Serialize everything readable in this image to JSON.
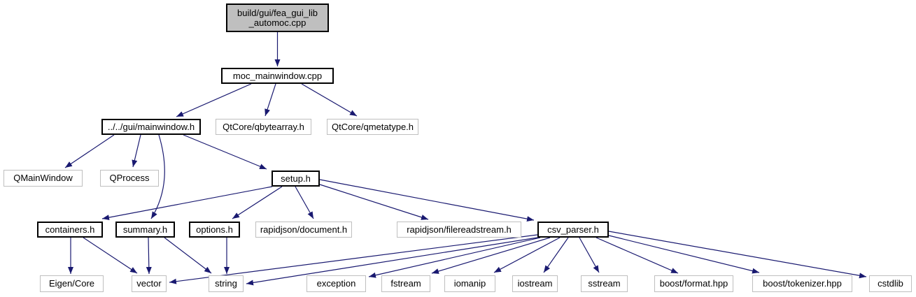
{
  "diagram": {
    "kind": "include-dependency-graph",
    "edge_color": "#191970",
    "documented_node_border_color": "#000000",
    "external_node_border_color": "#bfbfbf",
    "root_node_fill_color": "#bfbfbf",
    "nodes": {
      "automoc": {
        "label": "build/gui/fea_gui_lib\n_automoc.cpp"
      },
      "moc_mainwindow": {
        "label": "moc_mainwindow.cpp"
      },
      "mainwindow": {
        "label": "../../gui/mainwindow.h"
      },
      "qbytearray": {
        "label": "QtCore/qbytearray.h"
      },
      "qmetatype": {
        "label": "QtCore/qmetatype.h"
      },
      "qmainwindow": {
        "label": "QMainWindow"
      },
      "qprocess": {
        "label": "QProcess"
      },
      "setup": {
        "label": "setup.h"
      },
      "containers": {
        "label": "containers.h"
      },
      "summary": {
        "label": "summary.h"
      },
      "options": {
        "label": "options.h"
      },
      "rapidjson_document": {
        "label": "rapidjson/document.h"
      },
      "rapidjson_filereadstream": {
        "label": "rapidjson/filereadstream.h"
      },
      "csv_parser": {
        "label": "csv_parser.h"
      },
      "eigen_core": {
        "label": "Eigen/Core"
      },
      "vector": {
        "label": "vector"
      },
      "string": {
        "label": "string"
      },
      "exception": {
        "label": "exception"
      },
      "fstream": {
        "label": "fstream"
      },
      "iomanip": {
        "label": "iomanip"
      },
      "iostream": {
        "label": "iostream"
      },
      "sstream": {
        "label": "sstream"
      },
      "boost_format": {
        "label": "boost/format.hpp"
      },
      "boost_tokenizer": {
        "label": "boost/tokenizer.hpp"
      },
      "cstdlib": {
        "label": "cstdlib"
      }
    },
    "edges": [
      {
        "from": "automoc",
        "to": "moc_mainwindow"
      },
      {
        "from": "moc_mainwindow",
        "to": "mainwindow"
      },
      {
        "from": "moc_mainwindow",
        "to": "qbytearray"
      },
      {
        "from": "moc_mainwindow",
        "to": "qmetatype"
      },
      {
        "from": "mainwindow",
        "to": "qmainwindow"
      },
      {
        "from": "mainwindow",
        "to": "qprocess"
      },
      {
        "from": "mainwindow",
        "to": "summary"
      },
      {
        "from": "mainwindow",
        "to": "setup"
      },
      {
        "from": "setup",
        "to": "containers"
      },
      {
        "from": "setup",
        "to": "options"
      },
      {
        "from": "setup",
        "to": "rapidjson_document"
      },
      {
        "from": "setup",
        "to": "rapidjson_filereadstream"
      },
      {
        "from": "setup",
        "to": "csv_parser"
      },
      {
        "from": "containers",
        "to": "eigen_core"
      },
      {
        "from": "containers",
        "to": "vector"
      },
      {
        "from": "summary",
        "to": "vector"
      },
      {
        "from": "summary",
        "to": "string"
      },
      {
        "from": "options",
        "to": "string"
      },
      {
        "from": "csv_parser",
        "to": "vector"
      },
      {
        "from": "csv_parser",
        "to": "string"
      },
      {
        "from": "csv_parser",
        "to": "exception"
      },
      {
        "from": "csv_parser",
        "to": "fstream"
      },
      {
        "from": "csv_parser",
        "to": "iomanip"
      },
      {
        "from": "csv_parser",
        "to": "iostream"
      },
      {
        "from": "csv_parser",
        "to": "sstream"
      },
      {
        "from": "csv_parser",
        "to": "boost_format"
      },
      {
        "from": "csv_parser",
        "to": "boost_tokenizer"
      },
      {
        "from": "csv_parser",
        "to": "cstdlib"
      }
    ]
  }
}
